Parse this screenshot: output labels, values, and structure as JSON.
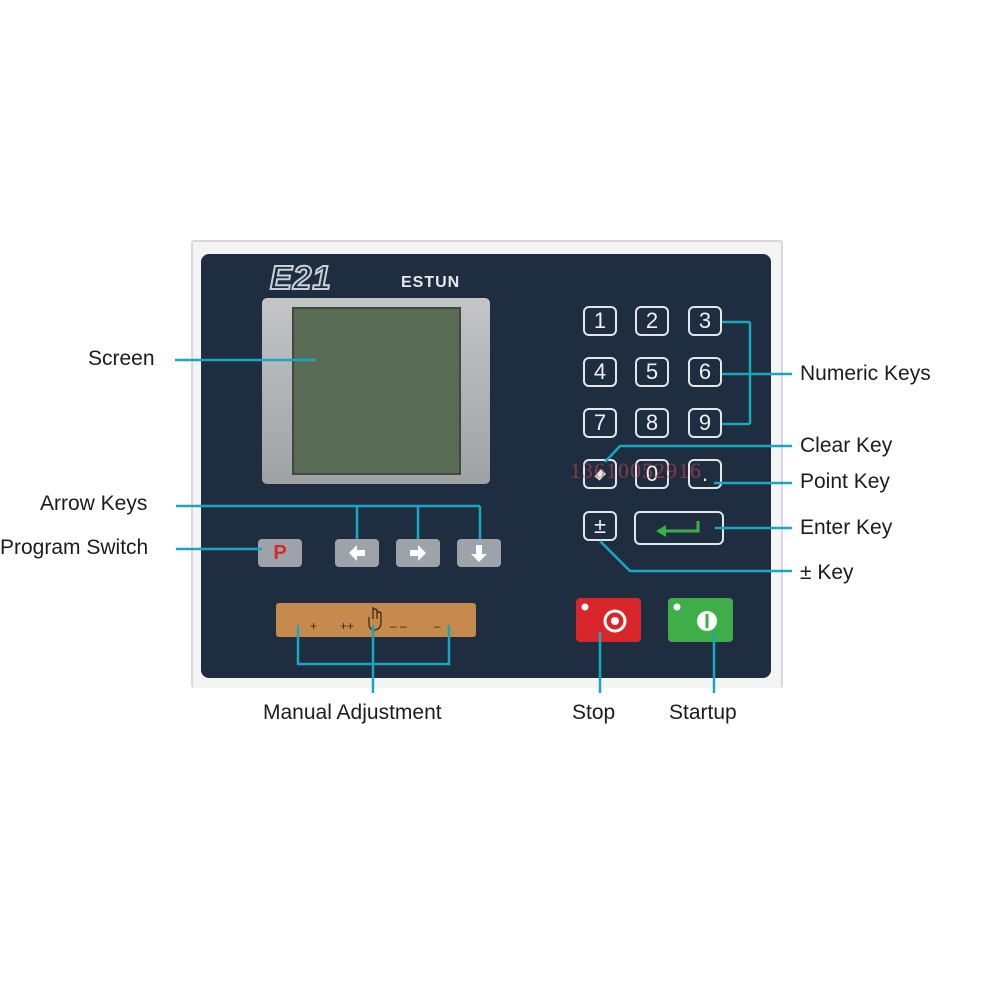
{
  "device": {
    "model_logo": "E21",
    "brand_logo": "ESTUN"
  },
  "keypad": {
    "digits": [
      "1",
      "2",
      "3",
      "4",
      "5",
      "6",
      "7",
      "8",
      "9"
    ],
    "zero": "0",
    "point": ".",
    "plus_minus": "±"
  },
  "program_key": "P",
  "manual_keys": [
    "+",
    "++",
    "– –",
    "–"
  ],
  "labels": {
    "screen": "Screen",
    "arrow_keys": "Arrow Keys",
    "program_switch": "Program Switch",
    "numeric_keys": "Numeric Keys",
    "clear_key": "Clear Key",
    "point_key": "Point Key",
    "enter_key": "Enter Key",
    "plus_minus_key": "± Key",
    "manual_adjustment": "Manual Adjustment",
    "stop": "Stop",
    "startup": "Startup"
  },
  "watermark": "13610052916",
  "colors": {
    "panel": "#1f2d40",
    "callout_line": "#19a7bf",
    "stop": "#d8262b",
    "startup": "#3fae49",
    "manual_strip": "#c58a4c",
    "enter_arrow": "#3fae49"
  }
}
